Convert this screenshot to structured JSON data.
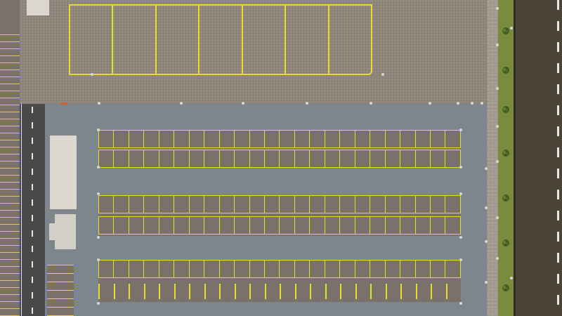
{
  "scene": {
    "colors": {
      "line_yellow": "#e8dc28",
      "asphalt": "#7d858d",
      "paver": "#938a80",
      "road": "#4a4439",
      "grass_strip": "#7b8a3c",
      "lane_dash_white": "#e9e7e2",
      "building_roof": "#dcd7cf",
      "marker_orange": "#d0602a"
    },
    "parking_rows": [
      {
        "upper_spots": 24,
        "lower_spots": 24
      },
      {
        "upper_spots": 24,
        "lower_spots": 24
      },
      {
        "upper_spots": 24,
        "lower_spots": 24
      }
    ],
    "top_plaza_bays": 7,
    "icons": [
      "tree-icon",
      "light-pole-icon"
    ]
  }
}
